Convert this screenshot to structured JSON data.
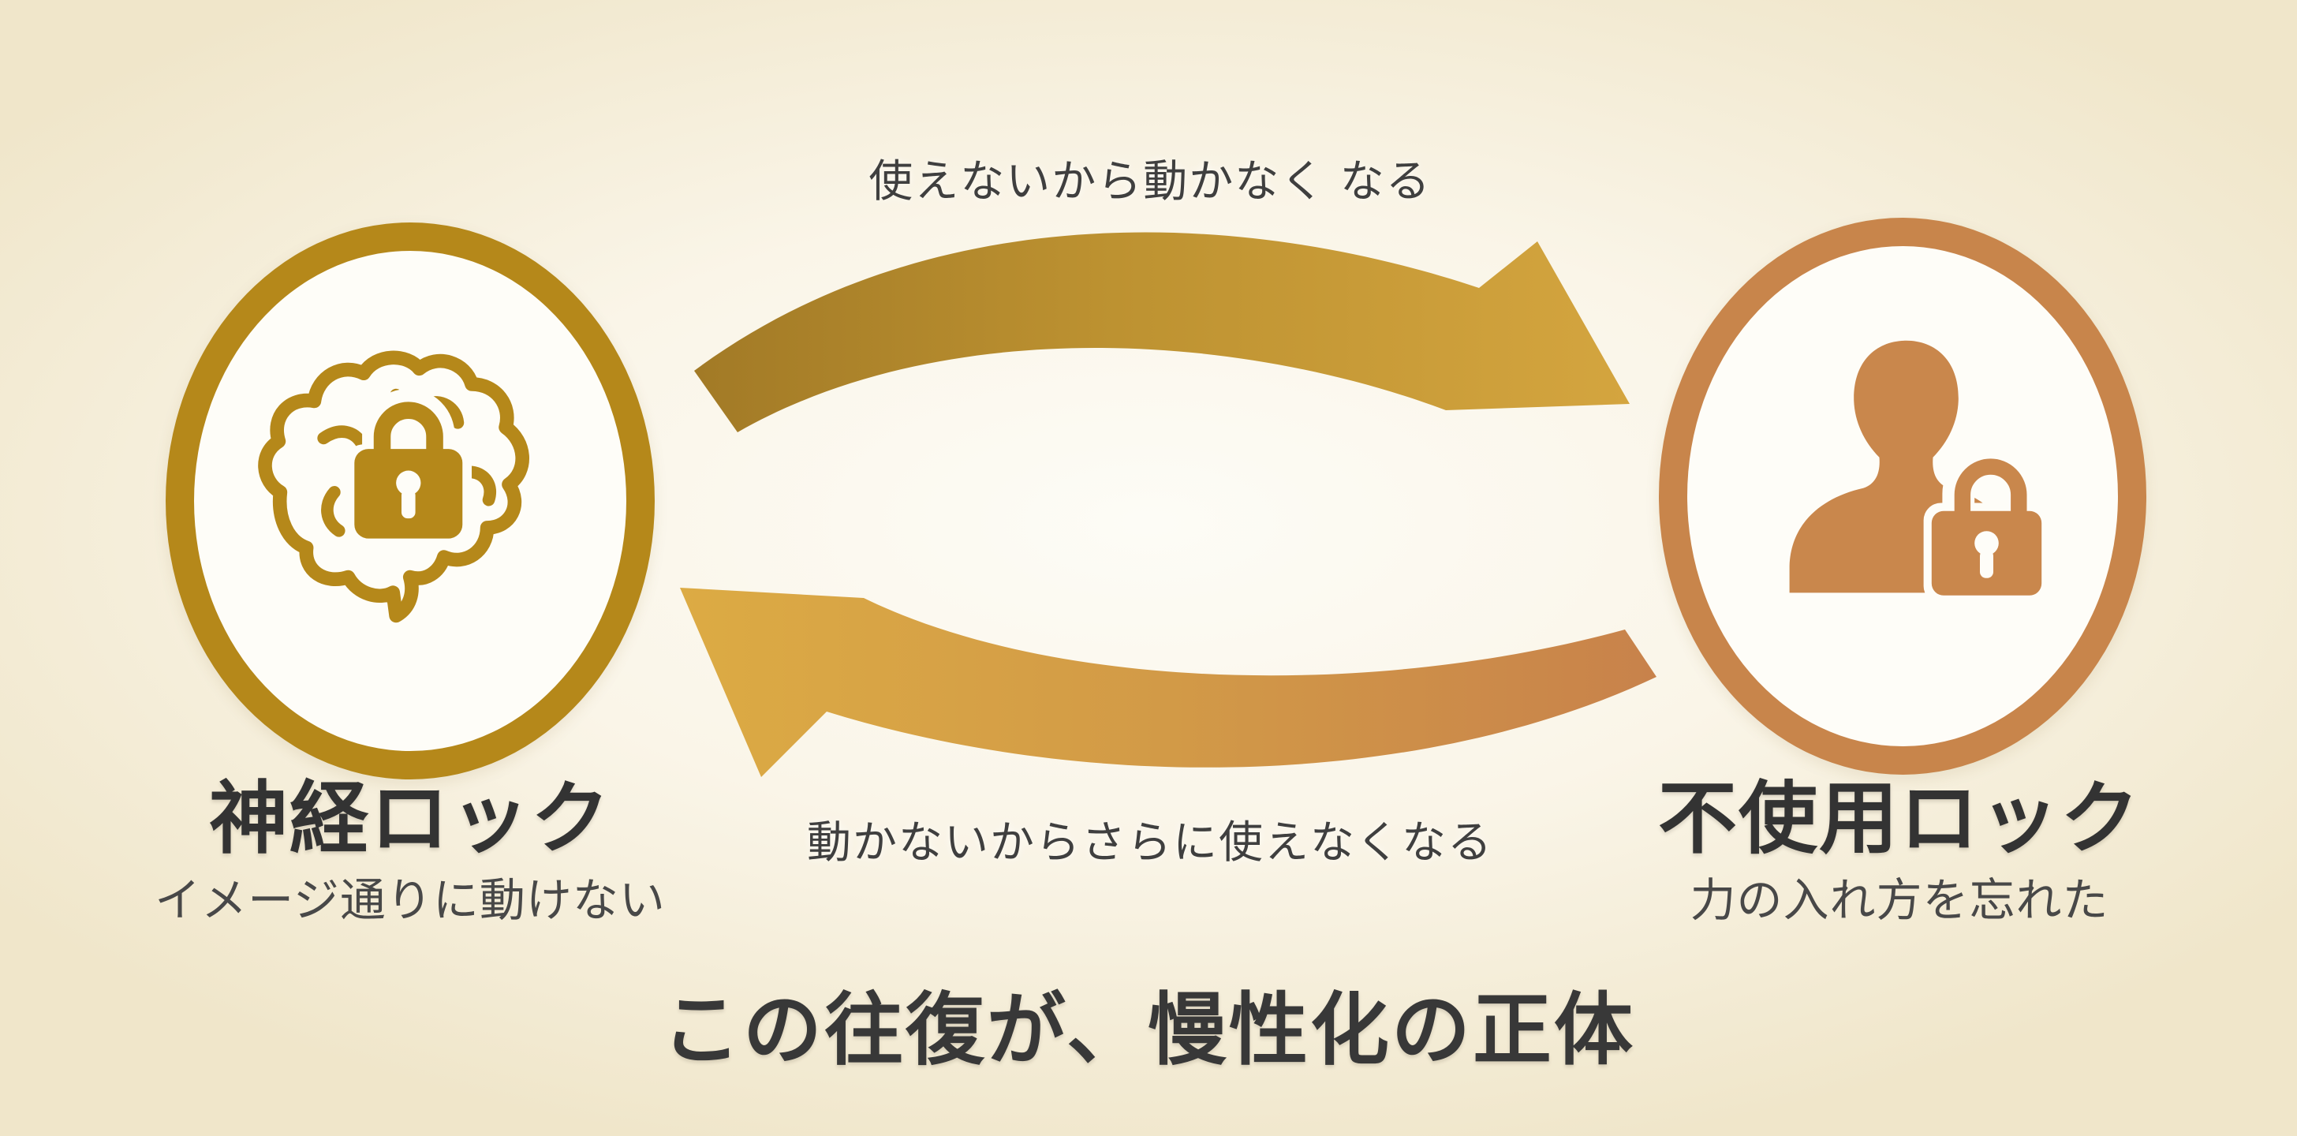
{
  "diagram": {
    "type": "cycle",
    "footer_title": "この往復が、慢性化の正体",
    "arrows": {
      "top": {
        "label": "使えないから動かなく なる",
        "direction": "left-to-right",
        "color_start": "#a27a26",
        "color_end": "#d4a53f"
      },
      "bottom": {
        "label": "動かないからさらに使えなくなる",
        "direction": "right-to-left",
        "color_start": "#dcab44",
        "color_end": "#c8824b"
      }
    },
    "left_node": {
      "title": "神経ロック",
      "subtitle": "イメージ通りに動けない",
      "icon": "brain-lock-icon",
      "ring_color": "#b5881a",
      "icon_color": "#b5881a",
      "fill_color": "#fefdf8"
    },
    "right_node": {
      "title": "不使用ロック",
      "subtitle": "力の入れ方を忘れた",
      "icon": "person-lock-icon",
      "ring_color": "#c8854b",
      "icon_color": "#c9874c",
      "fill_color": "#fefdf8"
    },
    "background": {
      "center": "#fdfcf6",
      "edge": "#f0e6ca"
    },
    "text_color": "#3f3f3f"
  }
}
